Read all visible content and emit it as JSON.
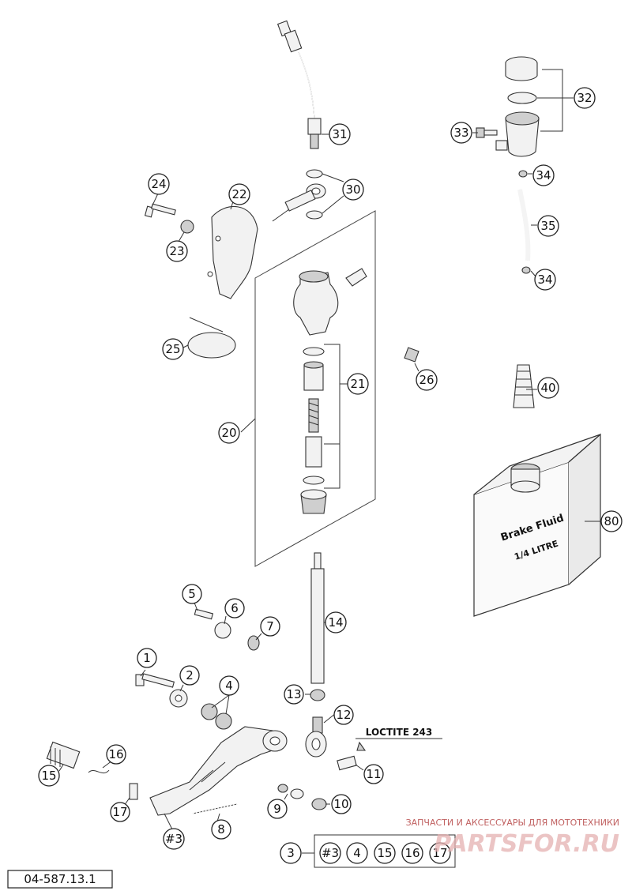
{
  "diagram_code": "04-587.13.1",
  "loctite_note": "LOCTITE 243",
  "can_label": {
    "line1": "Brake Fluid",
    "line2": "1/4 LITRE"
  },
  "watermark": {
    "tagline": "ЗАПЧАСТИ И АКСЕССУАРЫ ДЛЯ МОТОТЕХНИКИ",
    "brand": "PARTSFOR.RU"
  },
  "kit": {
    "number": "3",
    "items": [
      "#3",
      "4",
      "15",
      "16",
      "17"
    ]
  },
  "callouts": {
    "c1": "1",
    "c2": "2",
    "c4": "4",
    "c5": "5",
    "c6": "6",
    "c7": "7",
    "c8": "8",
    "c9": "9",
    "c10": "10",
    "c11": "11",
    "c12": "12",
    "c13": "13",
    "c14": "14",
    "c15": "15",
    "c16": "16",
    "c17": "17",
    "c20": "20",
    "c21": "21",
    "c22": "22",
    "c23": "23",
    "c24": "24",
    "c25": "25",
    "c26": "26",
    "c30": "30",
    "c31": "31",
    "c32": "32",
    "c33": "33",
    "c34a": "34",
    "c34b": "34",
    "c35": "35",
    "c40": "40",
    "c80": "80",
    "c3b": "#3"
  }
}
